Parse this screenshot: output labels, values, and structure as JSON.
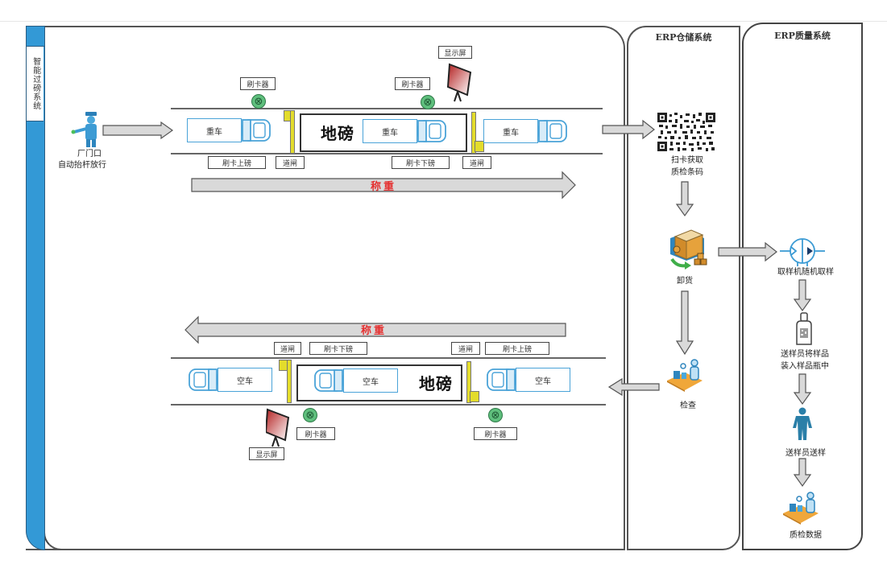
{
  "diagram": {
    "title": "智能过磅与ERP质检流程",
    "lanes": {
      "weighbridge": {
        "label": "智能过磅系统"
      },
      "wms": {
        "label": "ERP仓储系统"
      },
      "qms": {
        "label": "ERP质量系统"
      }
    },
    "gate": {
      "label_line1": "厂门口",
      "label_line2": "自动抬杆放行"
    },
    "inbound": {
      "card_reader_1": "刷卡器",
      "card_reader_2": "刷卡器",
      "display": "显示屏",
      "truck_1": "重车",
      "truck_2": "重车",
      "truck_3": "重车",
      "scale": "地磅",
      "tag_swipe_on": "刷卡上磅",
      "tag_barrier_1": "道闸",
      "tag_swipe_off": "刷卡下磅",
      "tag_barrier_2": "道闸",
      "weigh": "称重"
    },
    "outbound": {
      "weigh": "称重",
      "tag_barrier_1": "道闸",
      "tag_swipe_off": "刷卡下磅",
      "tag_barrier_2": "道闸",
      "tag_swipe_on": "刷卡上磅",
      "truck_1": "空车",
      "truck_2": "空车",
      "truck_3": "空车",
      "scale": "地磅",
      "card_reader_1": "刷卡器",
      "card_reader_2": "刷卡器",
      "display": "显示屏"
    },
    "wms_nodes": {
      "scan": {
        "line1": "扫卡获取",
        "line2": "质检条码"
      },
      "unload": "卸货",
      "inspect": "检查"
    },
    "qms_nodes": {
      "sampler": "取样机随机取样",
      "bottle": {
        "line1": "送样员将样品",
        "line2": "装入样品瓶中"
      },
      "courier": "送样员送样",
      "data": "质检数据"
    }
  },
  "colors": {
    "lane_blue": "#3399d6",
    "truck_outline": "#4aa3d8",
    "barrier_yellow": "#e3dc2c",
    "reader_green": "#5fbf7d",
    "weigh_red": "#e53030",
    "arrow_gray": "#d9d9d9"
  }
}
